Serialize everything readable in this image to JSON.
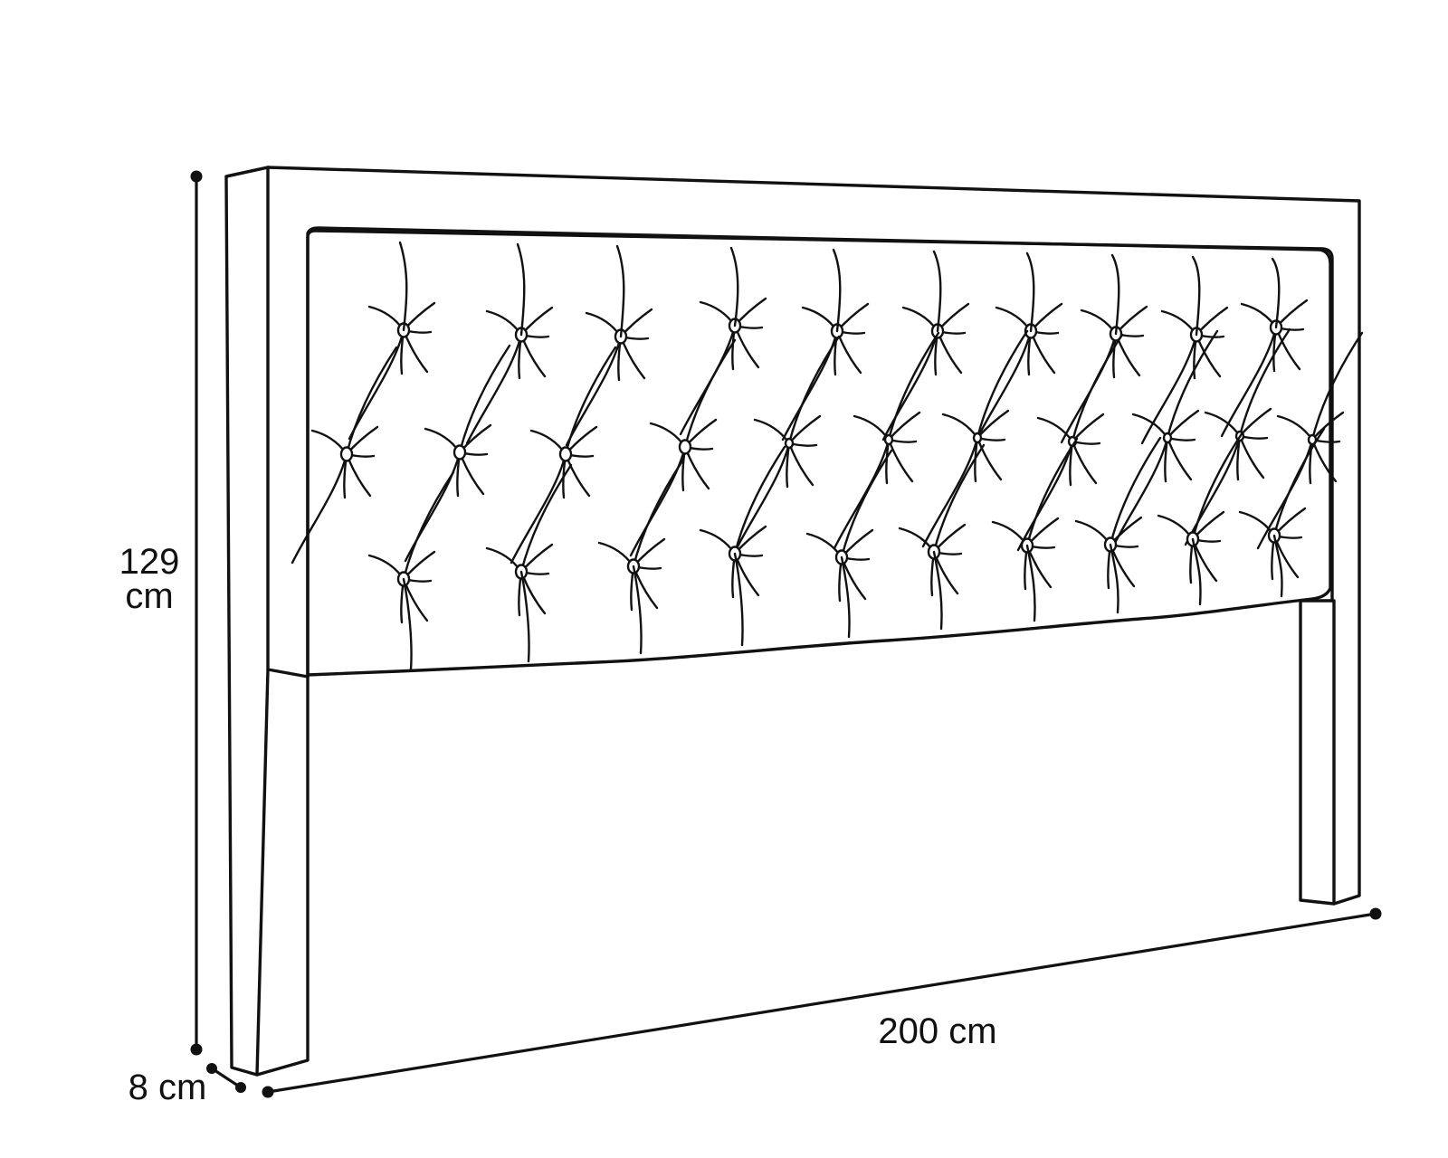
{
  "dimensions": {
    "height": {
      "line1": "129",
      "line2": "cm"
    },
    "width": {
      "text": "200 cm"
    },
    "depth": {
      "text": "8 cm"
    }
  },
  "colors": {
    "ink": "#111111",
    "background": "#ffffff"
  }
}
